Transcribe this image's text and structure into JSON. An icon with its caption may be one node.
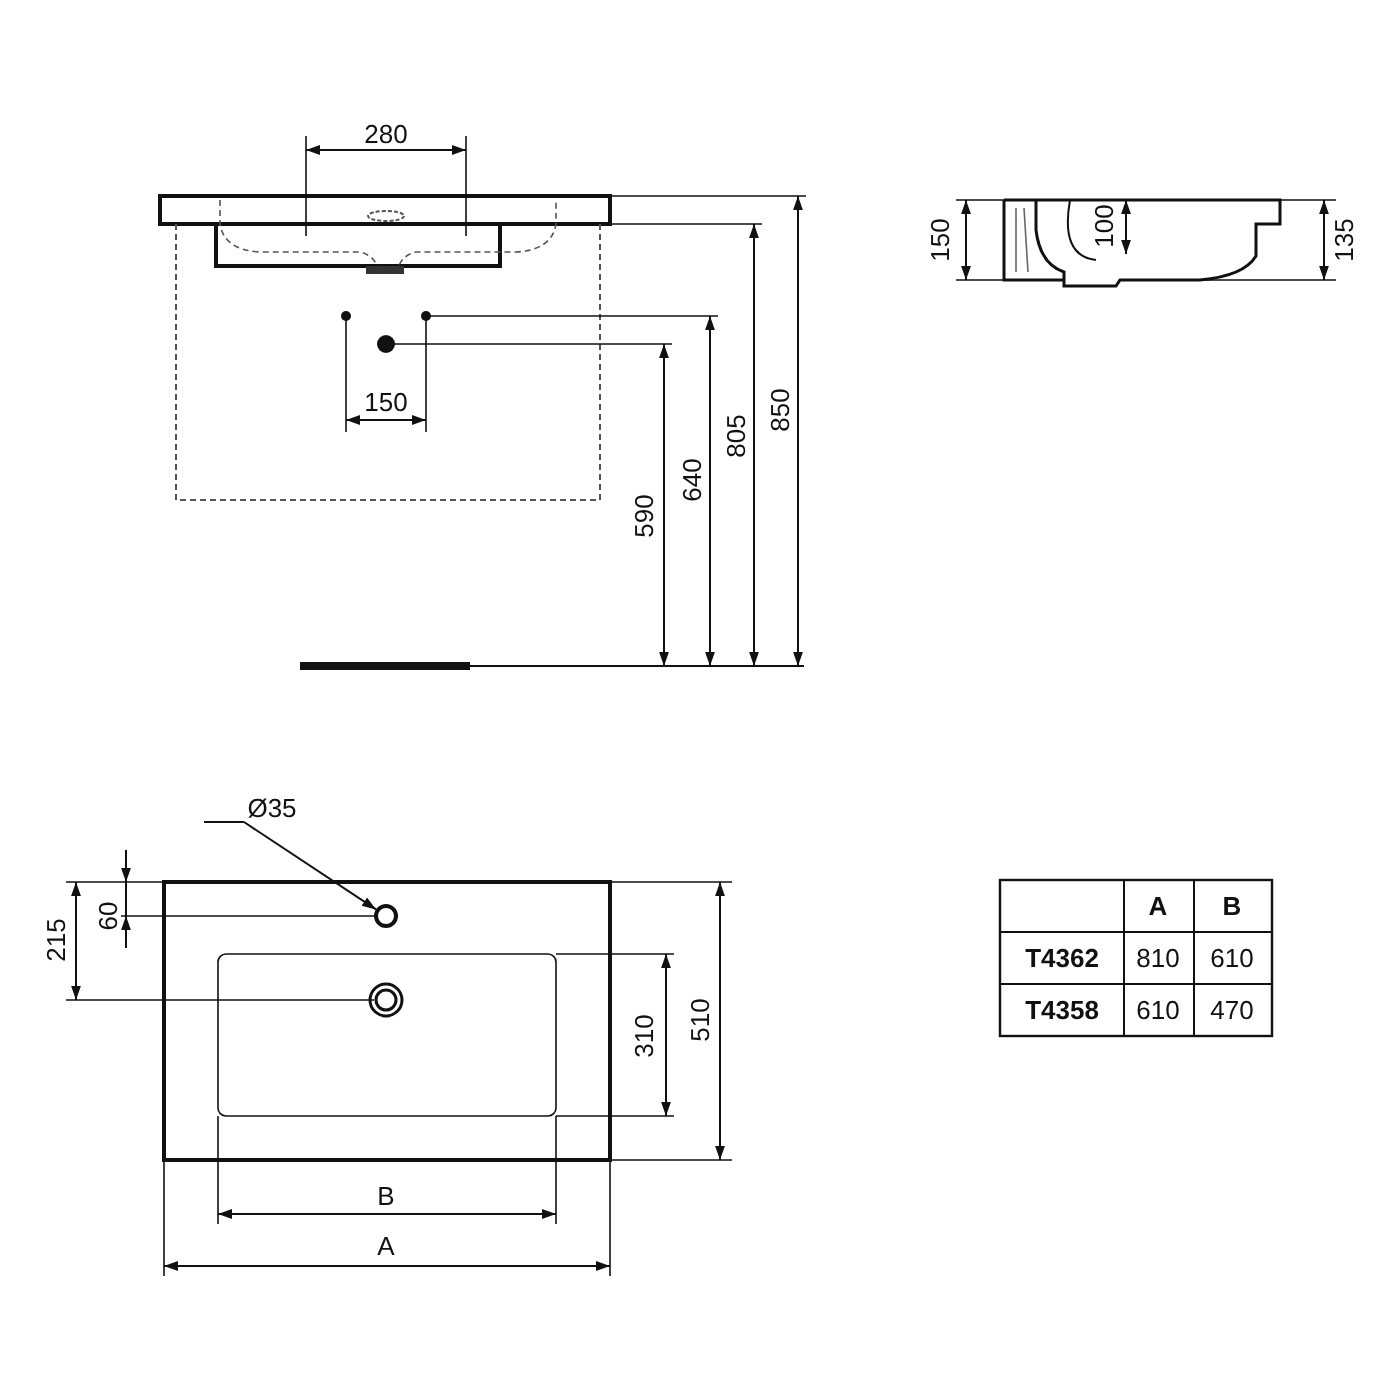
{
  "diagram": {
    "nodes": [
      {
        "text": [
          "Ø35"
        ]
      },
      {
        "text": [],
        "shape": "circle"
      }
    ],
    "edges": [
      {
        "from": 0,
        "to": 1,
        "arrow": "to"
      }
    ],
    "labels": [
      "280",
      "150",
      "100",
      "135",
      "150",
      "590",
      "640",
      "805",
      "850",
      "215",
      "60",
      "A",
      "B",
      "T4362",
      "810",
      "610",
      "T4358",
      "610",
      "470",
      "310",
      "510",
      "B",
      "A"
    ]
  }
}
